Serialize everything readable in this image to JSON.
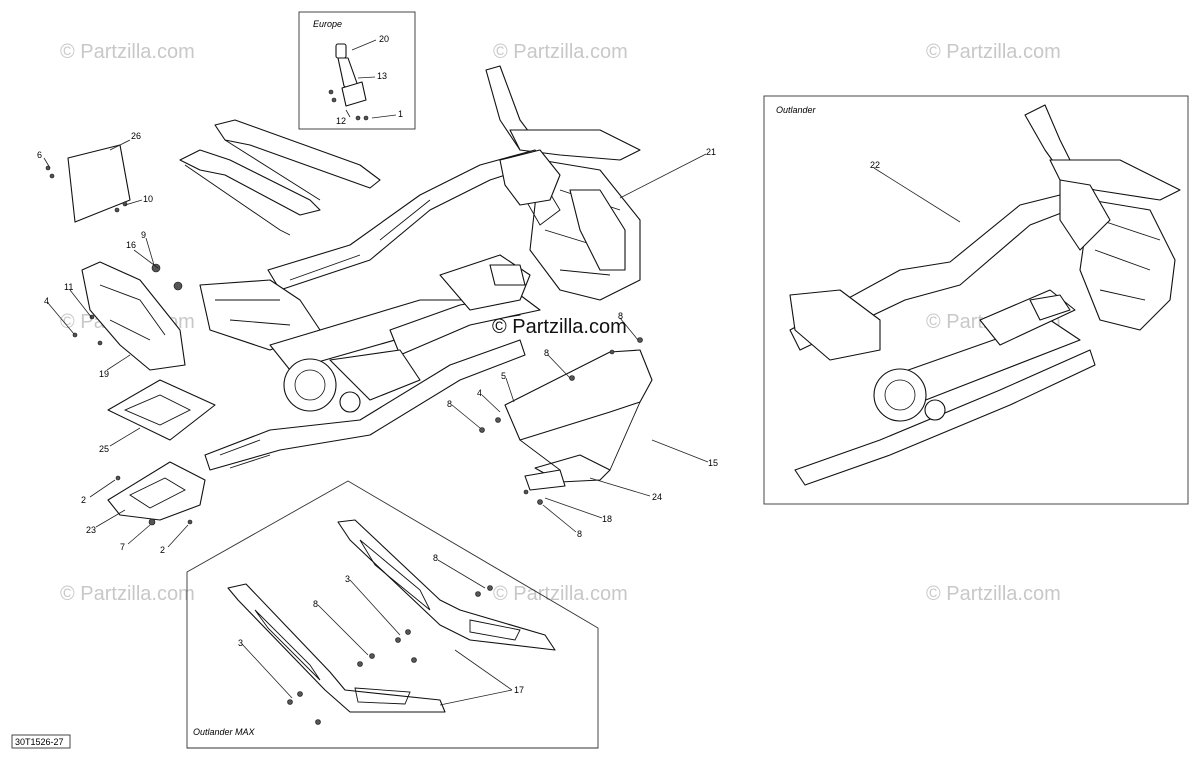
{
  "figure_code": "30T1526-27",
  "panels": {
    "europe": "Europe",
    "outlander": "Outlander",
    "outlander_max": "Outlander MAX"
  },
  "watermarks": {
    "corner": "© Partzilla.com",
    "center": "© Partzilla.com"
  },
  "callouts": [
    {
      "id": "c20",
      "label": "20"
    },
    {
      "id": "c13",
      "label": "13"
    },
    {
      "id": "c12",
      "label": "12"
    },
    {
      "id": "c1",
      "label": "1"
    },
    {
      "id": "c26",
      "label": "26"
    },
    {
      "id": "c6",
      "label": "6"
    },
    {
      "id": "c10",
      "label": "10"
    },
    {
      "id": "c9",
      "label": "9"
    },
    {
      "id": "c16",
      "label": "16"
    },
    {
      "id": "c11",
      "label": "11"
    },
    {
      "id": "c4a",
      "label": "4"
    },
    {
      "id": "c19",
      "label": "19"
    },
    {
      "id": "c25",
      "label": "25"
    },
    {
      "id": "c2a",
      "label": "2"
    },
    {
      "id": "c23",
      "label": "23"
    },
    {
      "id": "c7",
      "label": "7"
    },
    {
      "id": "c2b",
      "label": "2"
    },
    {
      "id": "c21",
      "label": "21"
    },
    {
      "id": "c8a",
      "label": "8"
    },
    {
      "id": "c8b",
      "label": "8"
    },
    {
      "id": "c5",
      "label": "5"
    },
    {
      "id": "c4b",
      "label": "4"
    },
    {
      "id": "c8c",
      "label": "8"
    },
    {
      "id": "c15",
      "label": "15"
    },
    {
      "id": "c24",
      "label": "24"
    },
    {
      "id": "c18",
      "label": "18"
    },
    {
      "id": "c8d",
      "label": "8"
    },
    {
      "id": "c22",
      "label": "22"
    },
    {
      "id": "c8e",
      "label": "8"
    },
    {
      "id": "c3a",
      "label": "3"
    },
    {
      "id": "c8f",
      "label": "8"
    },
    {
      "id": "c3b",
      "label": "3"
    },
    {
      "id": "c17",
      "label": "17"
    }
  ]
}
